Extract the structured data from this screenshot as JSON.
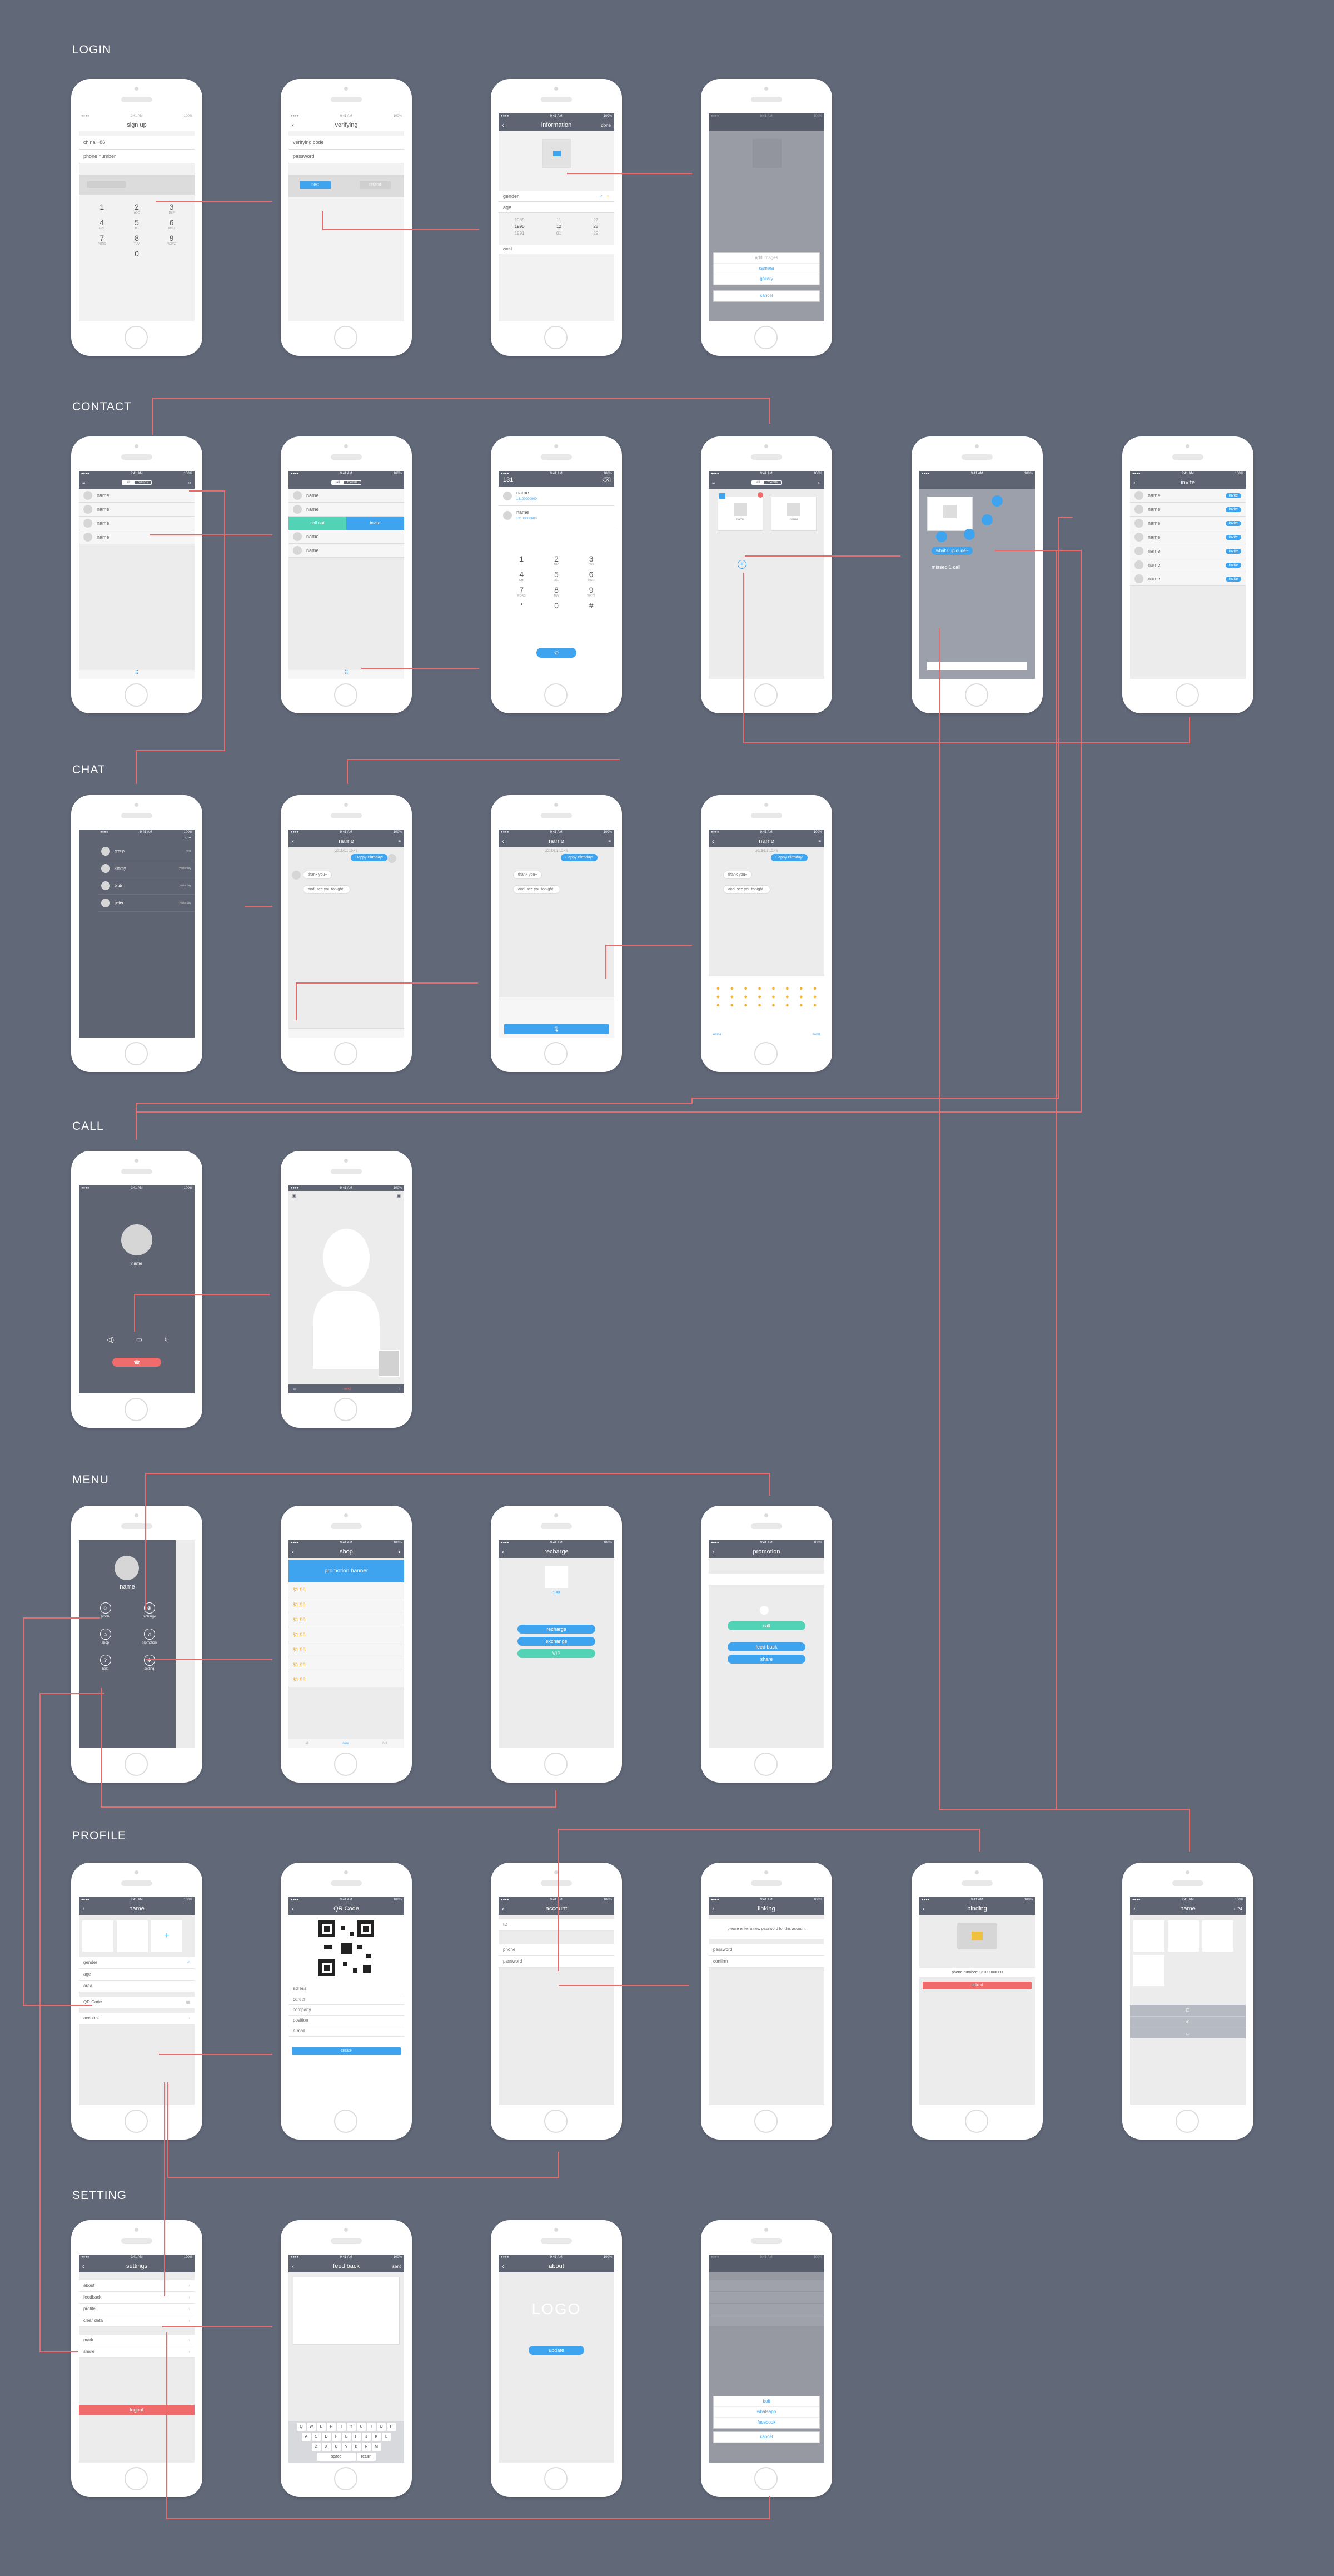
{
  "colors": {
    "background": "#616878",
    "accent": "#3fa4f0",
    "flow_line": "#e96a6a",
    "green": "#53d3b5",
    "red": "#f06b6b",
    "dark": "#5e6472"
  },
  "sections": {
    "login": "LOGIN",
    "contact": "CONTACT",
    "chat": "CHAT",
    "call": "CALL",
    "menu": "MENU",
    "profile": "PROFILE",
    "setting": "SETTING"
  },
  "login": {
    "signup": {
      "title": "sign up",
      "field1": "china +86",
      "field2": "phone number",
      "keys": [
        {
          "n": "1",
          "l": ""
        },
        {
          "n": "2",
          "l": "ABC"
        },
        {
          "n": "3",
          "l": "DEF"
        },
        {
          "n": "4",
          "l": "GHI"
        },
        {
          "n": "5",
          "l": "JKL"
        },
        {
          "n": "6",
          "l": "MNO"
        },
        {
          "n": "7",
          "l": "PQRS"
        },
        {
          "n": "8",
          "l": "TUV"
        },
        {
          "n": "9",
          "l": "WXYZ"
        },
        {
          "n": "",
          "l": ""
        },
        {
          "n": "0",
          "l": ""
        },
        {
          "n": "",
          "l": ""
        }
      ]
    },
    "verifying": {
      "title": "verifying",
      "field1": "verifying code",
      "field2": "password",
      "next": "next",
      "resend": "resend"
    },
    "information": {
      "title": "information",
      "done": "done",
      "gender": "gender",
      "age": "age",
      "years": [
        "1989",
        "1990",
        "1991"
      ],
      "months": [
        "11",
        "12",
        "01"
      ],
      "days": [
        "27",
        "28",
        "29"
      ],
      "footer": "email"
    },
    "photo_sheet": {
      "title": "add images",
      "options": [
        "camera",
        "gallery"
      ],
      "cancel": "cancel"
    }
  },
  "contact": {
    "tabs": {
      "left": "all",
      "right": "friends"
    },
    "names": [
      "name",
      "name",
      "name",
      "name"
    ],
    "callout": "call out",
    "invite": "invite",
    "dial_number": "131",
    "dial_results": [
      {
        "name": "name",
        "num": "13100000000"
      },
      {
        "name": "name",
        "num": "13100000000"
      }
    ],
    "dial_keys": [
      {
        "n": "1",
        "l": ""
      },
      {
        "n": "2",
        "l": "ABC"
      },
      {
        "n": "3",
        "l": "DEF"
      },
      {
        "n": "4",
        "l": "GHI"
      },
      {
        "n": "5",
        "l": "JKL"
      },
      {
        "n": "6",
        "l": "MNO"
      },
      {
        "n": "7",
        "l": "PQRS"
      },
      {
        "n": "8",
        "l": "TUV"
      },
      {
        "n": "9",
        "l": "WXYZ"
      },
      {
        "n": "*",
        "l": ""
      },
      {
        "n": "0",
        "l": ""
      },
      {
        "n": "#",
        "l": ""
      }
    ],
    "card_names": [
      "name",
      "name"
    ],
    "popup_chat": "what's up dude~",
    "popup_missed": "missed 1 call",
    "invite_title": "invite",
    "invite_rows": [
      "name",
      "name",
      "name",
      "name",
      "name",
      "name",
      "name"
    ],
    "invite_btn": "invite"
  },
  "chat": {
    "list": [
      {
        "name": "group",
        "time": "4:48"
      },
      {
        "name": "kimmy",
        "time": "yesterday"
      },
      {
        "name": "blub",
        "time": "yesterday"
      },
      {
        "name": "peter",
        "time": "yesterday"
      }
    ],
    "title": "name",
    "date": "2015/3/1 10:48",
    "msg1": "Happy Birthday!",
    "msg2": "thank you~",
    "msg3": "and, see you tonight~",
    "emoji_tabs": [
      "emoji",
      "send"
    ]
  },
  "call": {
    "caller": "name",
    "end": "end"
  },
  "menu": {
    "user": "name",
    "items": [
      {
        "label": "profile"
      },
      {
        "label": "recharge"
      },
      {
        "label": "shop"
      },
      {
        "label": "promotion"
      },
      {
        "label": "help"
      },
      {
        "label": "setting"
      }
    ],
    "shop_title": "shop",
    "shop_banner": "promotion banner",
    "shop_rows": [
      "$1.99",
      "$1.99",
      "$1.99",
      "$1.99",
      "$1.99",
      "$1.99",
      "$1.99"
    ],
    "shop_tabs": [
      "all",
      "new",
      "hot"
    ],
    "recharge_title": "recharge",
    "recharge_balance": "1.99",
    "recharge_buttons": [
      "recharge",
      "exchange",
      "VIP"
    ],
    "promo_title": "promotion",
    "promo_buttons": [
      "call",
      "feed back",
      "share"
    ]
  },
  "profile": {
    "title": "name",
    "rows": [
      "gender",
      "age",
      "area",
      "QR Code",
      "account"
    ],
    "qr_title": "QR Code",
    "qr_fields": [
      "adress",
      "career",
      "company",
      "position",
      "e-mail"
    ],
    "qr_button": "create",
    "account_title": "account",
    "account_rows": [
      "ID",
      "phone",
      "password"
    ],
    "linking_title": "linking",
    "linking_prompt": "please enter a new password for this account",
    "linking_fields": [
      "password",
      "confirm"
    ],
    "binding_title": "binding",
    "binding_phone": "phone number: 13100000000",
    "binding_button": "unbind",
    "gallery_title": "name",
    "gallery_right": "♀ 24"
  },
  "setting": {
    "title": "settings",
    "rows": [
      "about",
      "feedback",
      "profile",
      "clear data",
      "mark",
      "share"
    ],
    "logout": "logout",
    "feedback_title": "feed back",
    "feedback_send": "sent",
    "kb_rows": [
      [
        "Q",
        "W",
        "E",
        "R",
        "T",
        "Y",
        "U",
        "I",
        "O",
        "P"
      ],
      [
        "A",
        "S",
        "D",
        "F",
        "G",
        "H",
        "J",
        "K",
        "L"
      ],
      [
        "Z",
        "X",
        "C",
        "V",
        "B",
        "N",
        "M"
      ]
    ],
    "kb_space": "space",
    "kb_return": "return",
    "about_title": "about",
    "about_logo": "LOGO",
    "about_button": "update",
    "share_options": [
      "bolt",
      "whatsapp",
      "facebook"
    ],
    "share_cancel": "cancel"
  }
}
